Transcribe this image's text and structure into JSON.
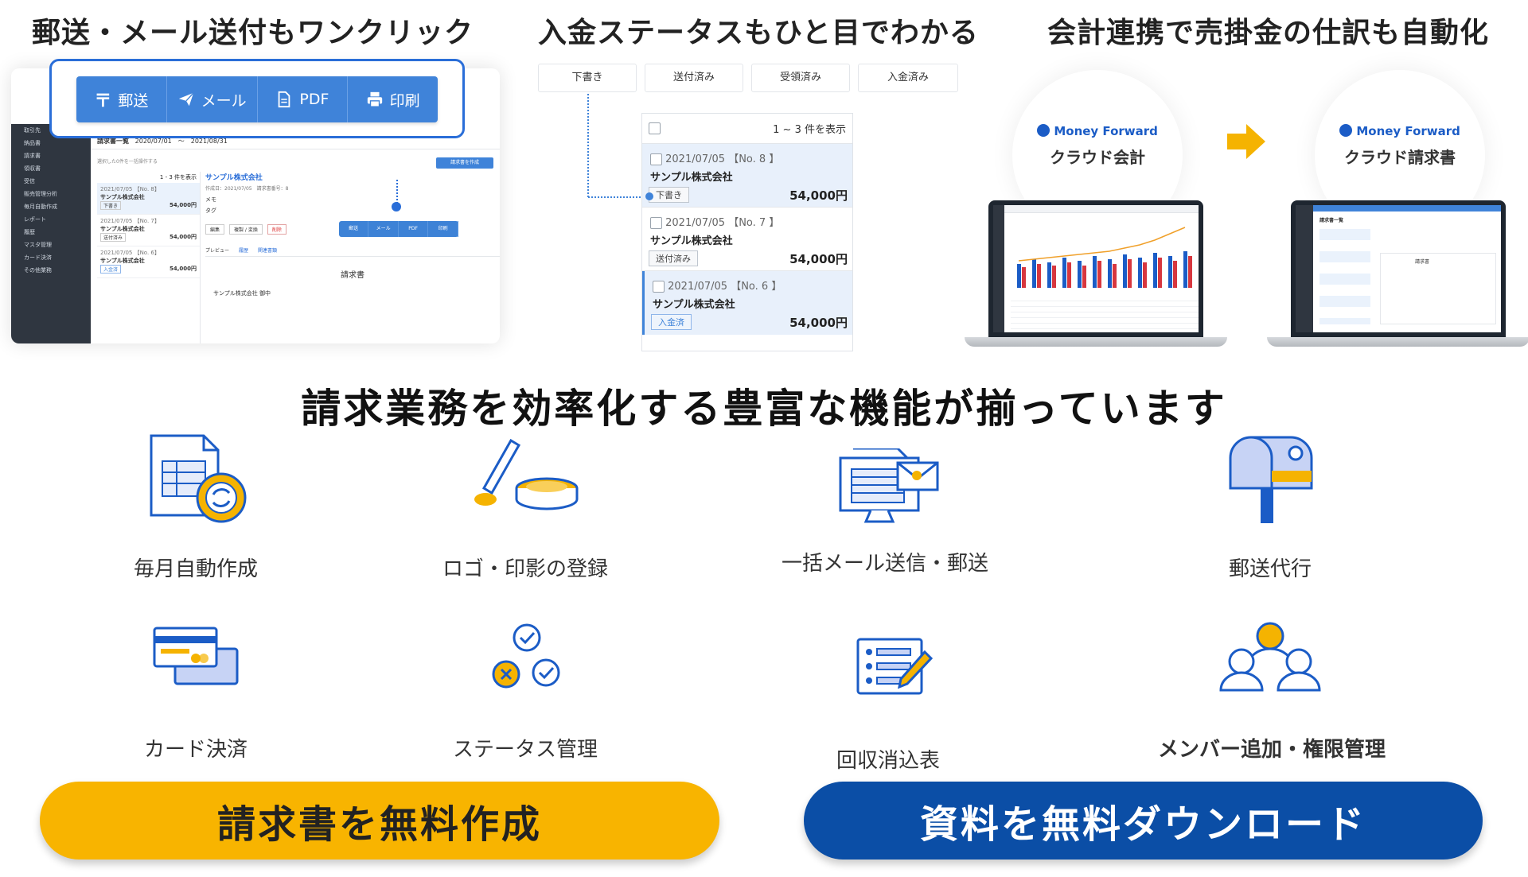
{
  "panels": {
    "oneclick": {
      "heading": "郵送・メール送付もワンクリック",
      "toolbar": {
        "mail_post": "郵送",
        "email": "メール",
        "pdf": "PDF",
        "print": "印刷"
      },
      "app": {
        "list_title": "請求書一覧",
        "search": "2020/07/01　〜　2021/08/31",
        "bulk_select": "選択した0件を一括操作する",
        "create": "請求書を作成",
        "count": "1 - 3 件を表示",
        "sidebar": [
          "取引先",
          "納品書",
          "請求書",
          "領収書",
          "受信",
          "販売管理分析",
          "毎月自動作成",
          "レポート",
          "履歴",
          "マスタ管理",
          "カード決済",
          "その他業務"
        ],
        "rows": [
          {
            "date": "2021/07/05 【No. 8】",
            "company": "サンプル株式会社",
            "status": "下書き",
            "amount": "54,000円"
          },
          {
            "date": "2021/07/05 【No. 7】",
            "company": "サンプル株式会社",
            "status": "送付済み",
            "amount": "54,000円"
          },
          {
            "date": "2021/07/05 【No. 6】",
            "company": "サンプル株式会社",
            "status": "入金済",
            "amount": "54,000円"
          }
        ],
        "detail_company": "サンプル株式会社",
        "detail_meta": "作成日：2021/07/05　請求書番号：8",
        "memo": "メモ",
        "tag": "タグ",
        "edit": "編集",
        "copy_convert": "複製 / 変換",
        "delete": "削除",
        "tabs": [
          "プレビュー",
          "履歴",
          "関連書類"
        ],
        "doc_title": "請求書",
        "doc_to": "サンプル株式会社 御中"
      }
    },
    "status": {
      "heading": "入金ステータスもひと目でわかる",
      "tabs": [
        "下書き",
        "送付済み",
        "受領済み",
        "入金済み"
      ],
      "list_count": "1 ~ 3 件を表示",
      "rows": [
        {
          "date": "2021/07/05 【No. 8 】",
          "company": "サンプル株式会社",
          "badge": "下書き",
          "amount": "54,000円"
        },
        {
          "date": "2021/07/05 【No. 7 】",
          "company": "サンプル株式会社",
          "badge": "送付済み",
          "amount": "54,000円"
        },
        {
          "date": "2021/07/05 【No. 6 】",
          "company": "サンプル株式会社",
          "badge": "入金済",
          "amount": "54,000円"
        }
      ]
    },
    "integration": {
      "heading": "会計連携で売掛金の仕訳も自動化",
      "brand": "Money Forward",
      "product_left": "クラウド会計",
      "product_right": "クラウド請求書",
      "right_screen_title": "請求書一覧",
      "right_doc_title": "請求書"
    }
  },
  "main_title": "請求業務を効率化する豊富な機能が揃っています",
  "features": [
    {
      "label": "毎月自動作成",
      "icon": "auto-invoice-icon"
    },
    {
      "label": "ロゴ・印影の登録",
      "icon": "stamp-icon"
    },
    {
      "label": "一括メール送信・郵送",
      "icon": "bulk-mail-icon"
    },
    {
      "label": "郵送代行",
      "icon": "mailbox-icon"
    },
    {
      "label": "カード決済",
      "icon": "credit-card-icon"
    },
    {
      "label": "ステータス管理",
      "icon": "status-check-icon"
    },
    {
      "label": "回収消込表",
      "icon": "reconciliation-icon"
    },
    {
      "label": "メンバー追加・権限管理",
      "icon": "members-icon"
    }
  ],
  "cta": {
    "create_free": "請求書を無料作成",
    "download_free": "資料を無料ダウンロード"
  },
  "colors": {
    "accent_blue": "#3f83d9",
    "brand_navy": "#0b4ea6",
    "cta_yellow": "#f8b400",
    "icon_yellow": "#f5b301"
  }
}
